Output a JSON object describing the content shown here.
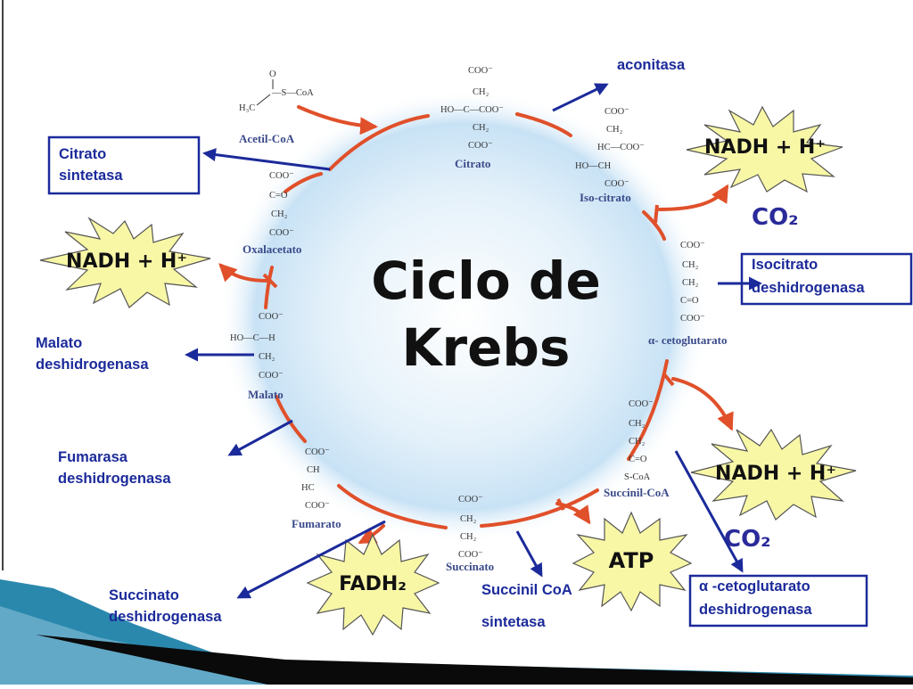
{
  "title": {
    "line1": "Ciclo de",
    "line2": "Krebs"
  },
  "molecules": {
    "acetil_coa": {
      "name": "Acetil-CoA",
      "o": "O",
      "sc": "—S—CoA",
      "h3c": "H₃C"
    },
    "citrato": {
      "name": "Citrato",
      "l1": "COO⁻",
      "l2": "CH₂",
      "l3": "HO—C—COO⁻",
      "l4": "CH₂",
      "l5": "COO⁻"
    },
    "isocitrato": {
      "name": "Iso-citrato",
      "l1": "COO⁻",
      "l2": "CH₂",
      "l3": "HC—COO⁻",
      "l4": "HO—CH",
      "l5": "COO⁻"
    },
    "cetoglutarato": {
      "name": "α- cetoglutarato",
      "l1": "COO⁻",
      "l2": "CH₂",
      "l3": "CH₂",
      "l4": "C=O",
      "l5": "COO⁻"
    },
    "succinil_coa": {
      "name": "Succinil-CoA",
      "l1": "COO⁻",
      "l2": "CH₂",
      "l3": "CH₂",
      "l4": "C=O",
      "l5": "S-CoA"
    },
    "succinato": {
      "name": "Succinato",
      "l1": "COO⁻",
      "l2": "CH₂",
      "l3": "CH₂",
      "l4": "COO⁻"
    },
    "fumarato": {
      "name": "Fumarato",
      "l1": "COO⁻",
      "l2": "CH",
      "l3": "HC",
      "l4": "COO⁻"
    },
    "malato": {
      "name": "Malato",
      "l1": "COO⁻",
      "l2": "HO—C—H",
      "l3": "CH₂",
      "l4": "COO⁻"
    },
    "oxalacetato": {
      "name": "Oxalacetato",
      "l1": "COO⁻",
      "l2": "C=O",
      "l3": "CH₂",
      "l4": "COO⁻"
    }
  },
  "enzymes": {
    "citrato_sintetasa": {
      "line1": "Citrato",
      "line2": "sintetasa"
    },
    "aconitasa": {
      "line1": "aconitasa"
    },
    "isocitrato_dh": {
      "line1": "Isocitrato",
      "line2": "deshidrogenasa"
    },
    "malato_dh": {
      "line1": "Malato",
      "line2": "deshidrogenasa"
    },
    "fumarasa": {
      "line1": "Fumarasa",
      "line2": "deshidrogenasa"
    },
    "succinato_dh": {
      "line1": "Succinato",
      "line2": "deshidrogenasa"
    },
    "succinil_coa_sintetasa": {
      "line1": "Succinil CoA",
      "line2": "sintetasa"
    },
    "cetoglutarato_dh": {
      "line1": "α -cetoglutarato",
      "line2": "deshidrogenasa"
    }
  },
  "products": {
    "nadh": "NADH + H⁺",
    "co2": "CO₂",
    "atp": "ATP",
    "fadh2": "FADH₂"
  },
  "colors": {
    "arrow_red": "#e0502a",
    "enzyme_blue": "#1b2a9a",
    "burst_fill": "#f8f7a6",
    "burst_stroke": "#555555",
    "glow": "#cfe6f7",
    "teal": "#1f6f8f"
  }
}
